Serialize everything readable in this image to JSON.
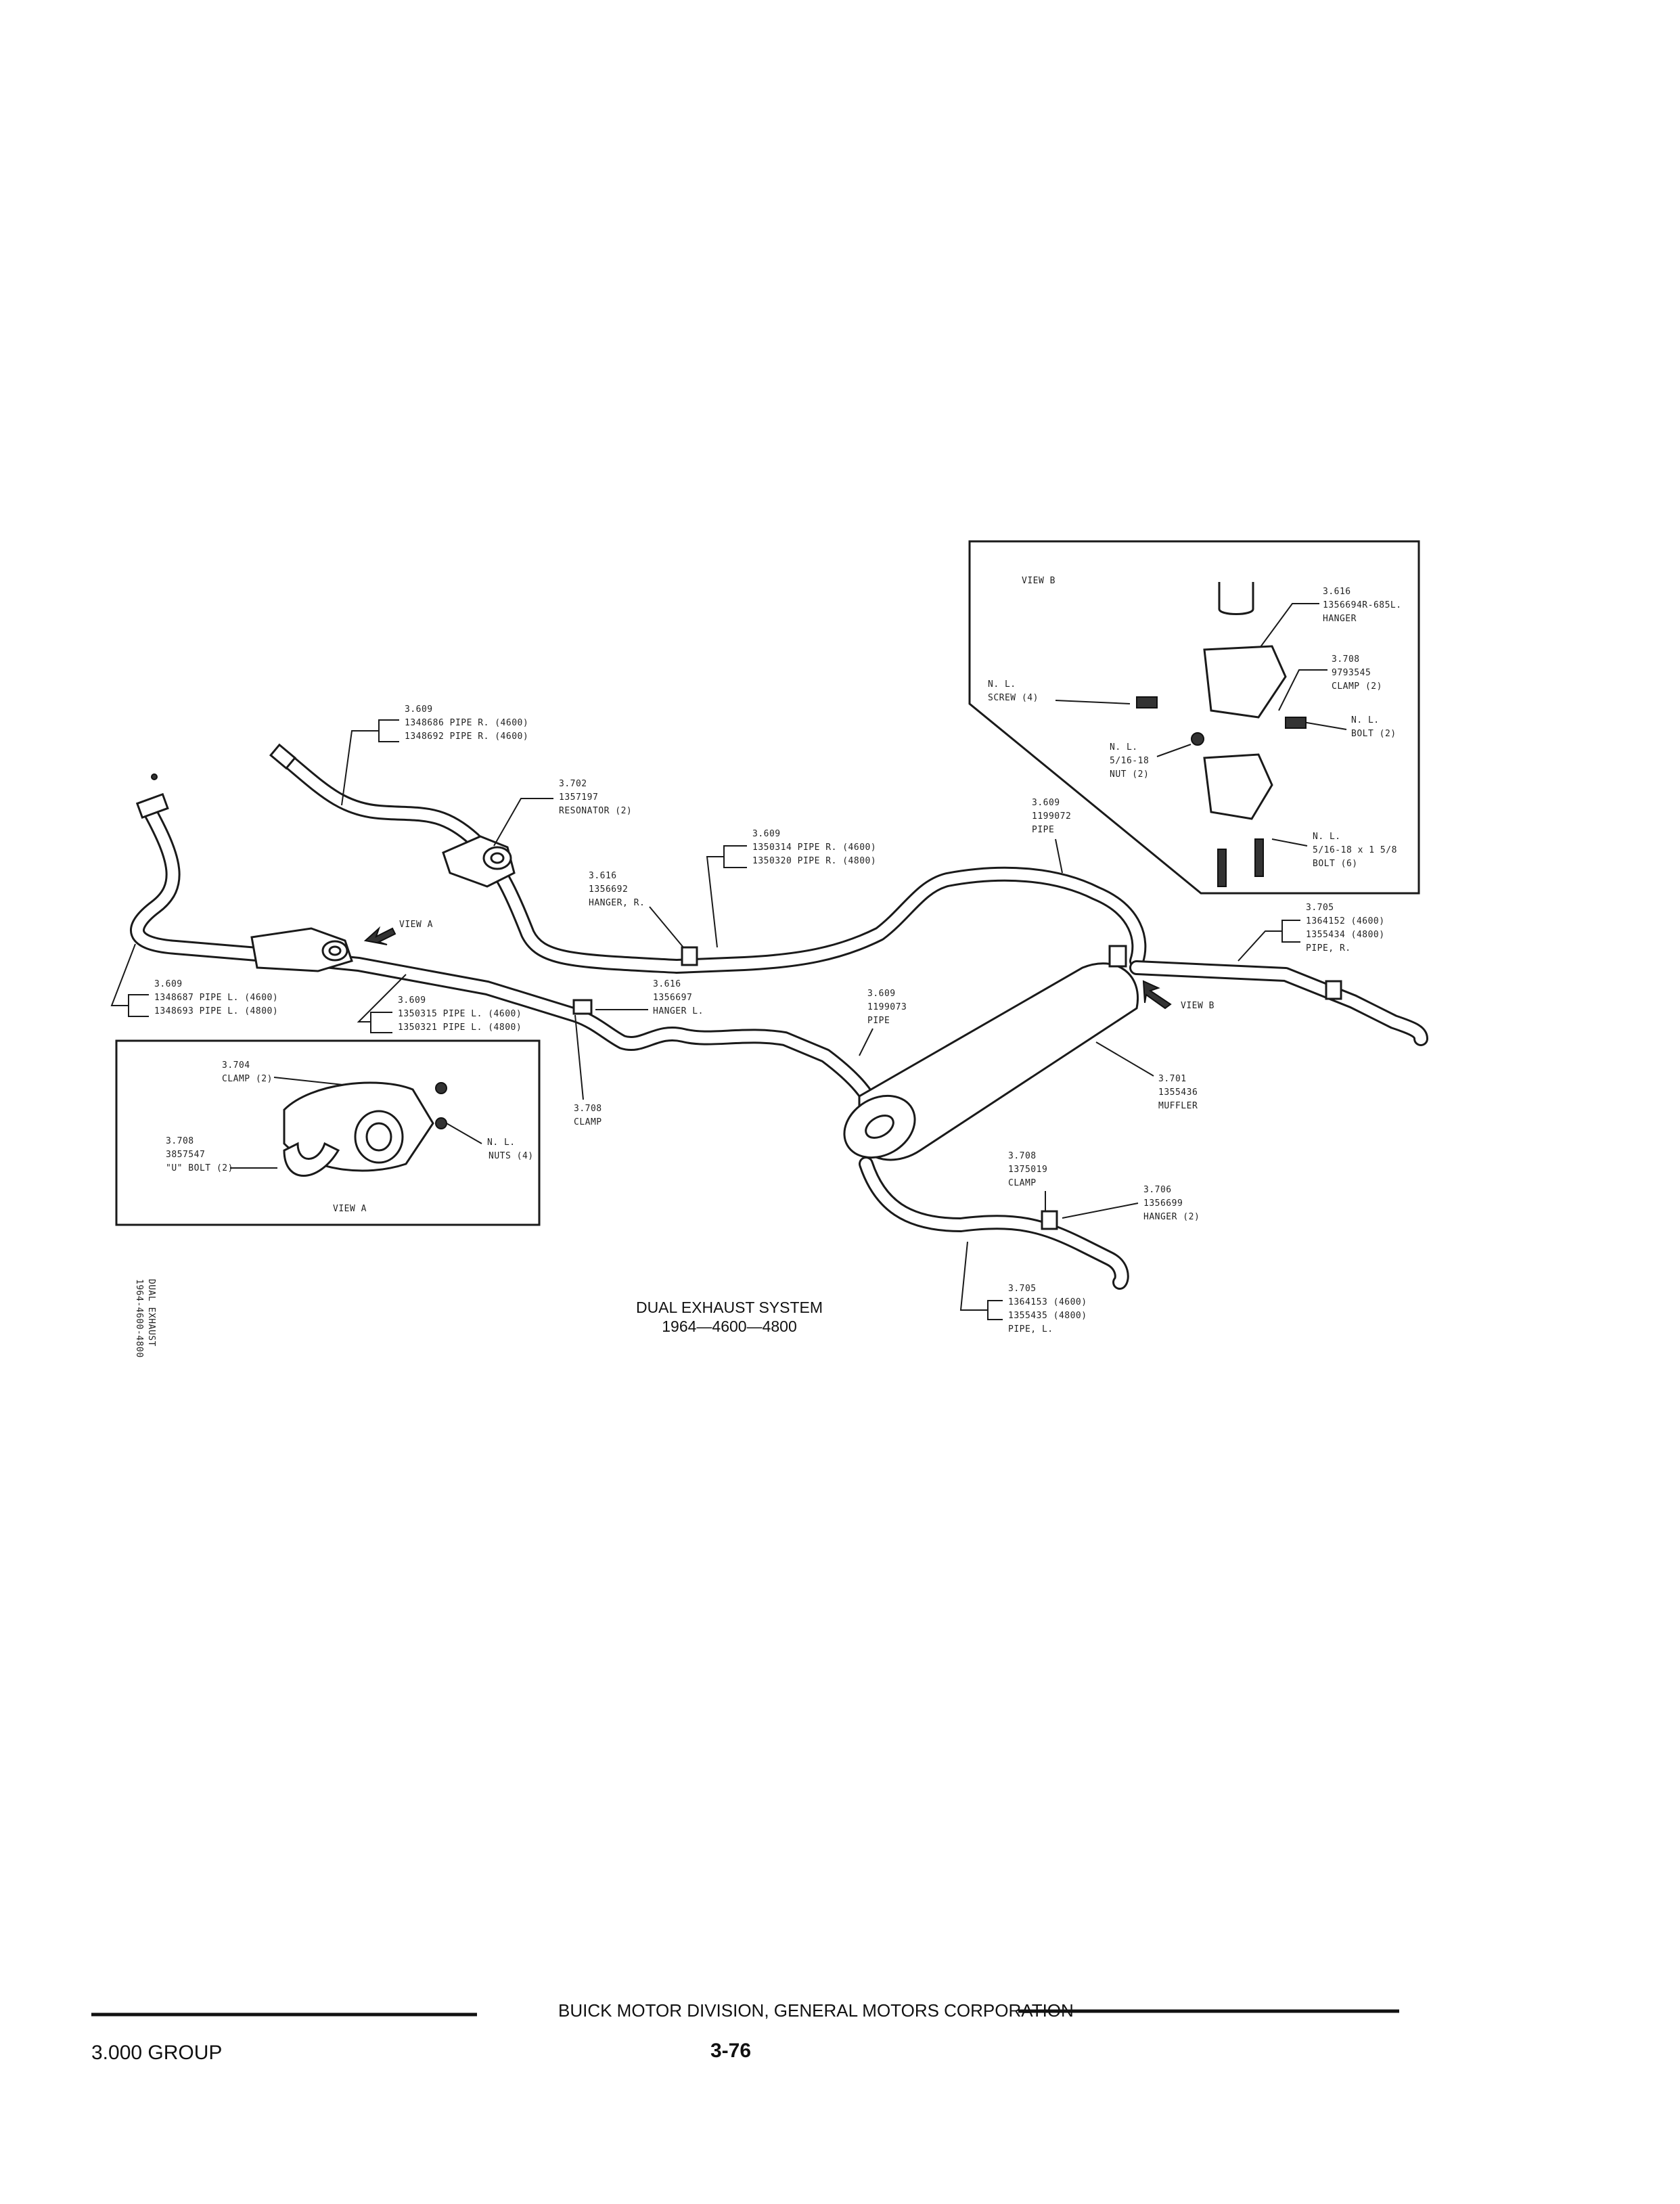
{
  "diagram": {
    "title": "DUAL EXHAUST SYSTEM",
    "subtitle": "1964—4600—4800",
    "side_caption": [
      "DUAL EXHAUST",
      "1964-4600-4800"
    ]
  },
  "callouts": {
    "pipe_r_front": [
      "3.609",
      "1348686 PIPE R. (4600)",
      "1348692 PIPE R. (4600)"
    ],
    "resonator": [
      "3.702",
      "1357197",
      "RESONATOR (2)"
    ],
    "pipe_r_mid": [
      "3.609",
      "1350314 PIPE R. (4600)",
      "1350320 PIPE R. (4800)"
    ],
    "hanger_r": [
      "3.616",
      "1356692",
      "HANGER, R."
    ],
    "pipe_1199072": [
      "3.609",
      "1199072",
      "PIPE"
    ],
    "view_a_arrow": "VIEW A",
    "pipe_l_front": [
      "3.609",
      "1348687 PIPE L. (4600)",
      "1348693 PIPE L. (4800)"
    ],
    "pipe_l_mid": [
      "3.609",
      "1350315 PIPE L. (4600)",
      "1350321 PIPE L. (4800)"
    ],
    "hanger_l": [
      "3.616",
      "1356697",
      "HANGER L."
    ],
    "pipe_1199073": [
      "3.609",
      "1199073",
      "PIPE"
    ],
    "clamp_3708": [
      "3.708",
      "CLAMP"
    ],
    "muffler": [
      "3.701",
      "1355436",
      "MUFFLER"
    ],
    "view_b_arrow": "VIEW B",
    "pipe_r_tail": [
      "3.705",
      "1364152 (4600)",
      "1355434 (4800)",
      "PIPE, R."
    ],
    "clamp_tail": [
      "3.708",
      "1375019",
      "CLAMP"
    ],
    "hanger_tail": [
      "3.706",
      "1356699",
      "HANGER (2)"
    ],
    "pipe_l_tail": [
      "3.705",
      "1364153 (4600)",
      "1355435 (4800)",
      "PIPE, L."
    ]
  },
  "view_a": {
    "caption": "VIEW A",
    "clamp": [
      "3.704",
      "CLAMP (2)"
    ],
    "ubolt": [
      "3.708",
      "3857547",
      "\"U\" BOLT (2)"
    ],
    "nuts": [
      "N. L.",
      "NUTS (4)"
    ]
  },
  "view_b": {
    "caption": "VIEW B",
    "hanger": [
      "3.616",
      "1356694R-685L.",
      "HANGER"
    ],
    "clamp": [
      "3.708",
      "9793545",
      "CLAMP (2)"
    ],
    "screw": [
      "N. L.",
      "SCREW (4)"
    ],
    "bolt": [
      "N. L.",
      "BOLT (2)"
    ],
    "nut": [
      "N. L.",
      "5/16-18",
      "NUT (2)"
    ],
    "bolt6": [
      "N. L.",
      "5/16-18 x 1 5/8",
      "BOLT (6)"
    ]
  },
  "footer": {
    "division": "BUICK MOTOR DIVISION, GENERAL MOTORS CORPORATION",
    "group": "3.000 GROUP",
    "page": "3-76"
  }
}
